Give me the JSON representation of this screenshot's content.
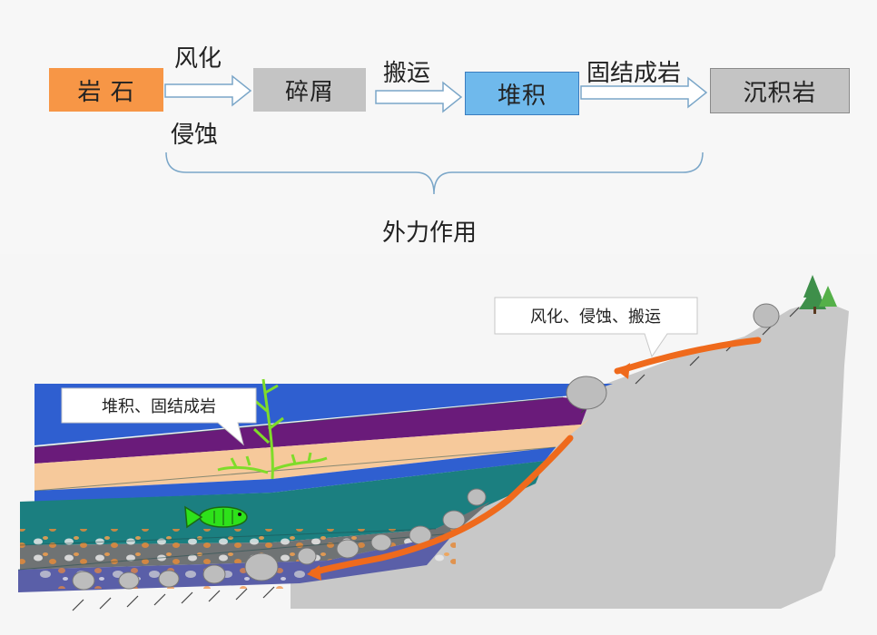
{
  "flow": {
    "boxes": [
      {
        "label": "岩 石",
        "color": "#f79646"
      },
      {
        "label": "碎屑",
        "color": "#c4c4c4"
      },
      {
        "label": "堆积",
        "color": "#6fb9ec"
      },
      {
        "label": "沉积岩",
        "color": "#c4c4c4"
      }
    ],
    "arrow_labels": {
      "weathering": "风化",
      "erosion": "侵蚀",
      "transport": "搬运",
      "cementation": "固结成岩"
    },
    "brace_label": "外力作用"
  },
  "scene": {
    "callout_right": "风化、侵蚀、搬运",
    "callout_left": "堆积、固结成岩",
    "colors": {
      "water": "#2f5fd0",
      "purple_layer": "#6a1b7a",
      "sand_layer": "#f6c99b",
      "teal_layer": "#1b7f80",
      "gray_layer": "#6f7374",
      "blue_layer": "#5a5fa8",
      "mountain": "#c8c8c8",
      "transport_arrow": "#ef6a1c",
      "fish": "#2ee11a",
      "plant": "#7fdc2a"
    }
  }
}
